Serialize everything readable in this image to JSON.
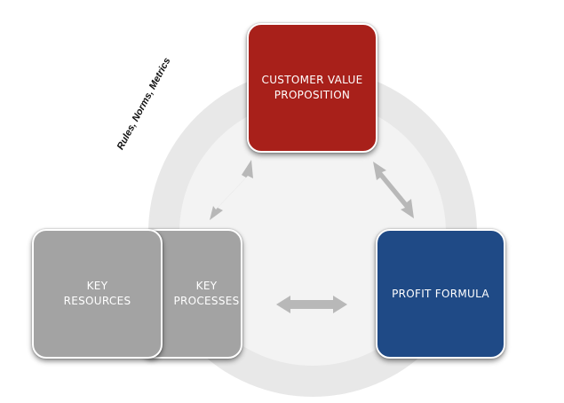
{
  "diagram": {
    "nodes": {
      "customer_value_proposition": {
        "label": "CUSTOMER VALUE\nPROPOSITION",
        "color": "#a8201a"
      },
      "profit_formula": {
        "label": "PROFIT FORMULA",
        "color": "#1f4a86"
      },
      "key_processes": {
        "label": "KEY\nPROCESSES",
        "color": "#a3a3a3"
      },
      "key_resources": {
        "label": "KEY\nRESOURCES",
        "color": "#a3a3a3"
      }
    },
    "arc_label": "Rules, Norms, Metrics",
    "connectors": [
      {
        "from": "customer_value_proposition",
        "to": "key_processes",
        "type": "double-arrow"
      },
      {
        "from": "customer_value_proposition",
        "to": "profit_formula",
        "type": "double-arrow"
      },
      {
        "from": "key_processes",
        "to": "profit_formula",
        "type": "double-arrow"
      }
    ],
    "colors": {
      "ring": "#e8e8e8",
      "inner_circle": "#f3f3f3",
      "arrow": "#b8b8b8"
    }
  }
}
